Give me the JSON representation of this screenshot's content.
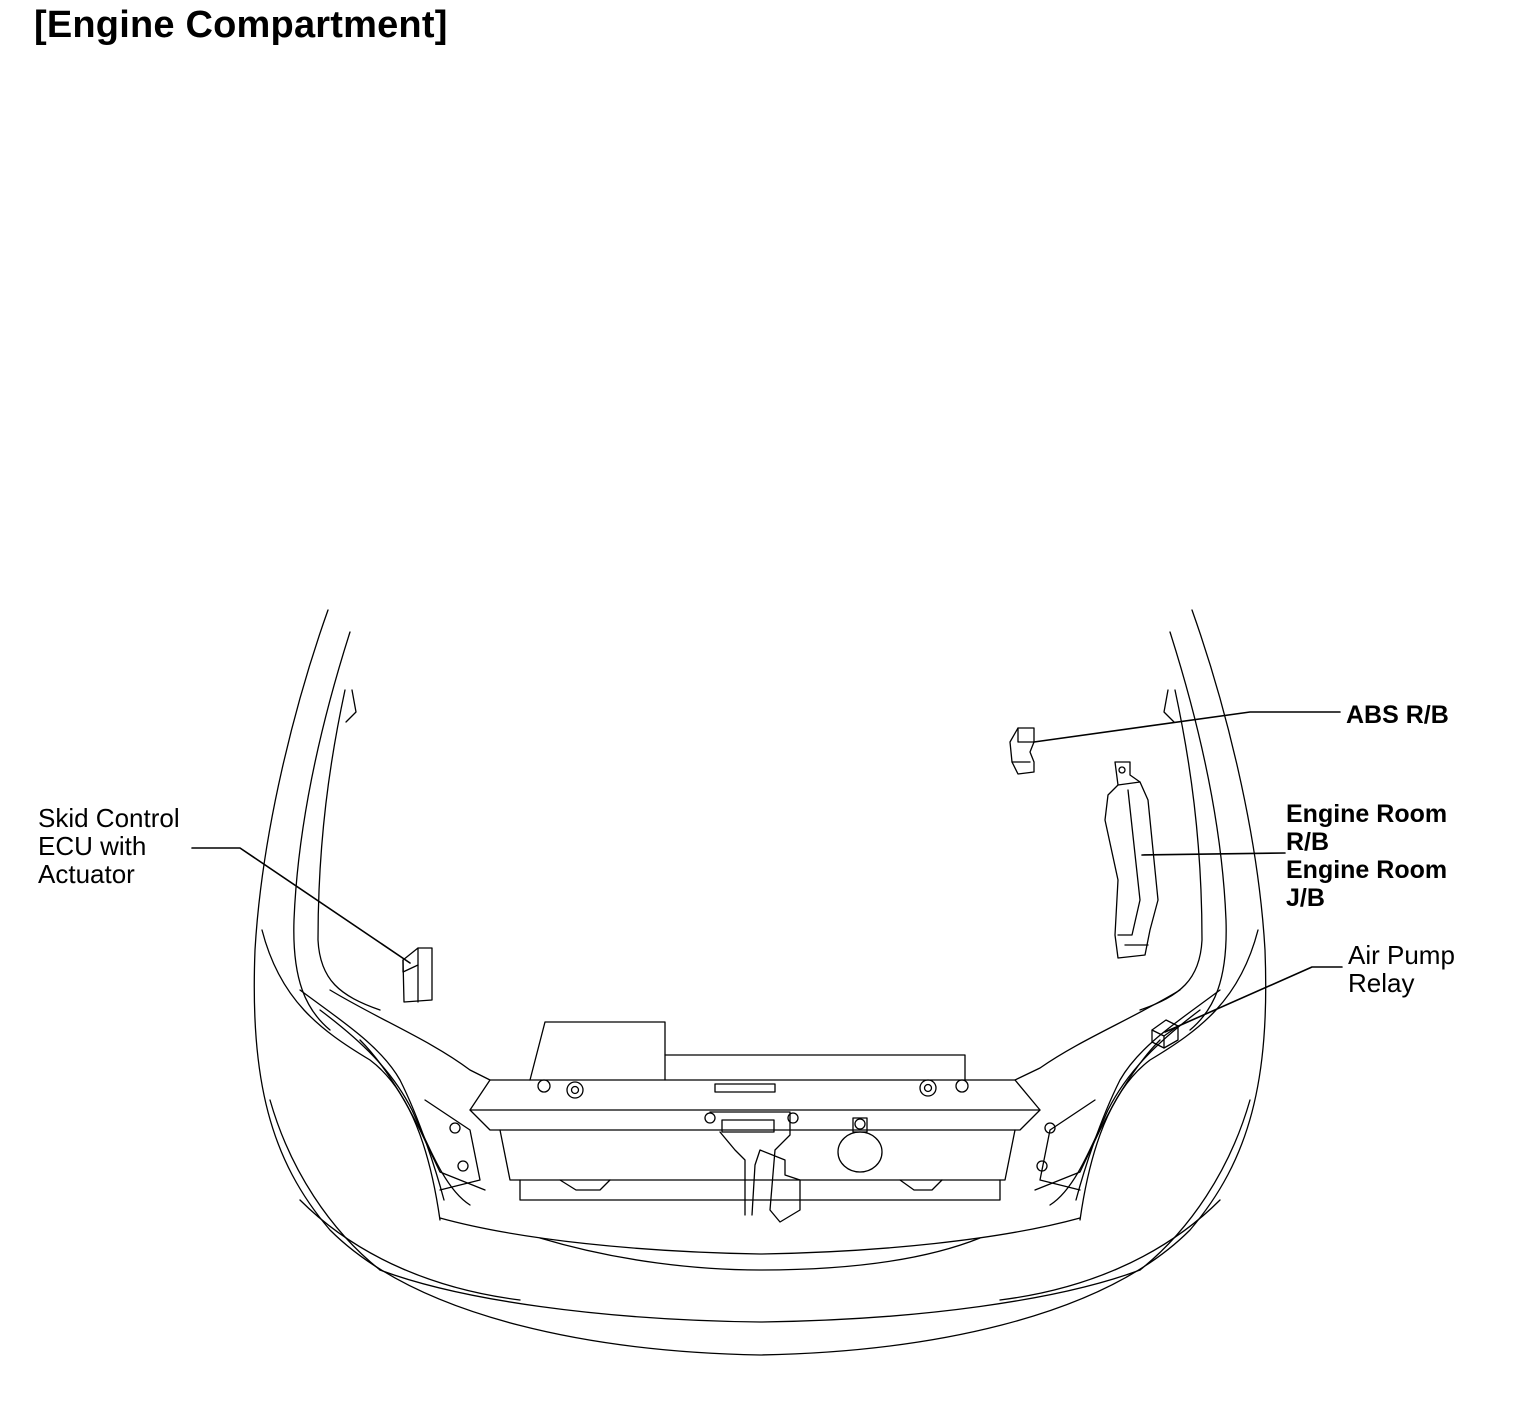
{
  "title": "[Engine Compartment]",
  "labels": {
    "abs_rb": "ABS R/B",
    "engine_room_rb": [
      "Engine Room",
      "R/B"
    ],
    "engine_room_jb": [
      "Engine Room",
      "J/B"
    ],
    "skid_control": [
      "Skid Control",
      "ECU with",
      "Actuator"
    ],
    "air_pump_relay": [
      "Air Pump",
      "Relay"
    ]
  }
}
